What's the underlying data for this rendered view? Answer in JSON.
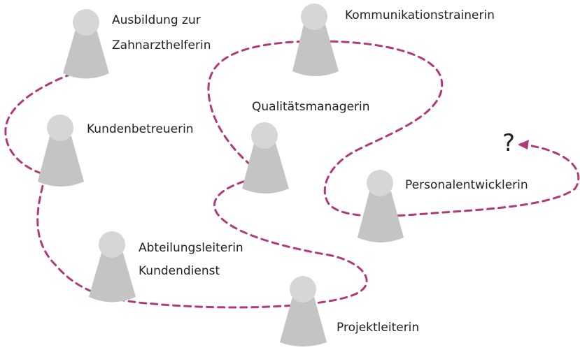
{
  "colors": {
    "path": "#b03a78",
    "figure_body": "#c4c4c4",
    "figure_head": "#d6d6d6",
    "text": "#222222"
  },
  "stations": [
    {
      "id": "zahnarzthelferin",
      "label_lines": [
        "Ausbildung zur",
        "Zahnarzthelferin"
      ]
    },
    {
      "id": "kundenbetreuerin",
      "label_lines": [
        "Kundenbetreuerin"
      ]
    },
    {
      "id": "abteilungsleiterin",
      "label_lines": [
        "Abteilungsleiterin",
        "Kundendienst"
      ]
    },
    {
      "id": "projektleiterin",
      "label_lines": [
        "Projektleiterin"
      ]
    },
    {
      "id": "qualitaetsmanagerin",
      "label_lines": [
        "Qualitätsmanagerin"
      ]
    },
    {
      "id": "kommunikationstrainerin",
      "label_lines": [
        "Kommunikationstrainerin"
      ]
    },
    {
      "id": "personalentwicklerin",
      "label_lines": [
        "Personalentwicklerin"
      ]
    }
  ],
  "future_marker": "?",
  "icons": {
    "figure": "pawn-figure-icon",
    "arrow": "arrowhead-icon"
  }
}
